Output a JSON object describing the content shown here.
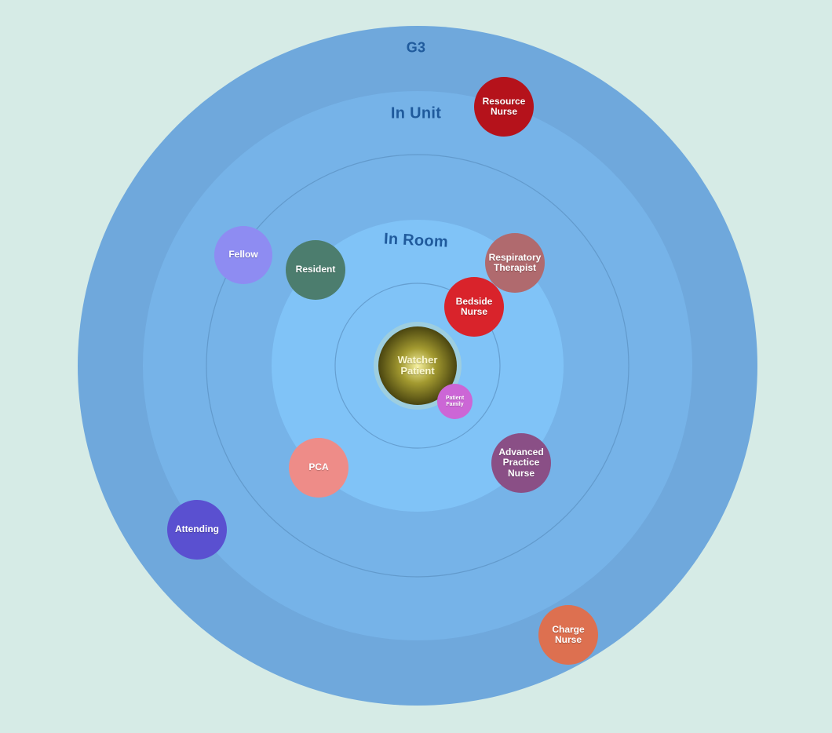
{
  "zones": {
    "outer_label": "G3",
    "unit_label": "In Unit",
    "room_label": "In Room"
  },
  "colors": {
    "background": "#d6ebe6",
    "g3_ring": "#6fa8dc",
    "unit_ring": "#76b3e8",
    "room_ring": "#80c3f7",
    "divider_line": "#5a90c0",
    "label_text": "#1f5a9c"
  },
  "center": {
    "label": "Watcher\nPatient",
    "glow_color": "#e8e07a",
    "core_color": "#4f4a12"
  },
  "roles": [
    {
      "id": "resource-nurse",
      "label": "Resource\nNurse",
      "color": "#b5121b"
    },
    {
      "id": "fellow",
      "label": "Fellow",
      "color": "#8e8cf2"
    },
    {
      "id": "resident",
      "label": "Resident",
      "color": "#4c7d6e"
    },
    {
      "id": "respiratory-therapist",
      "label": "Respiratory\nTherapist",
      "color": "#b06a6e"
    },
    {
      "id": "bedside-nurse",
      "label": "Bedside\nNurse",
      "color": "#d9232b"
    },
    {
      "id": "patient-family",
      "label": "Patient\nFamily",
      "color": "#cc66d6"
    },
    {
      "id": "pca",
      "label": "PCA",
      "color": "#ee8c88"
    },
    {
      "id": "advanced-practice-nurse",
      "label": "Advanced\nPractice\nNurse",
      "color": "#8a4f86"
    },
    {
      "id": "attending",
      "label": "Attending",
      "color": "#5a50d0"
    },
    {
      "id": "charge-nurse",
      "label": "Charge\nNurse",
      "color": "#dd7050"
    }
  ]
}
